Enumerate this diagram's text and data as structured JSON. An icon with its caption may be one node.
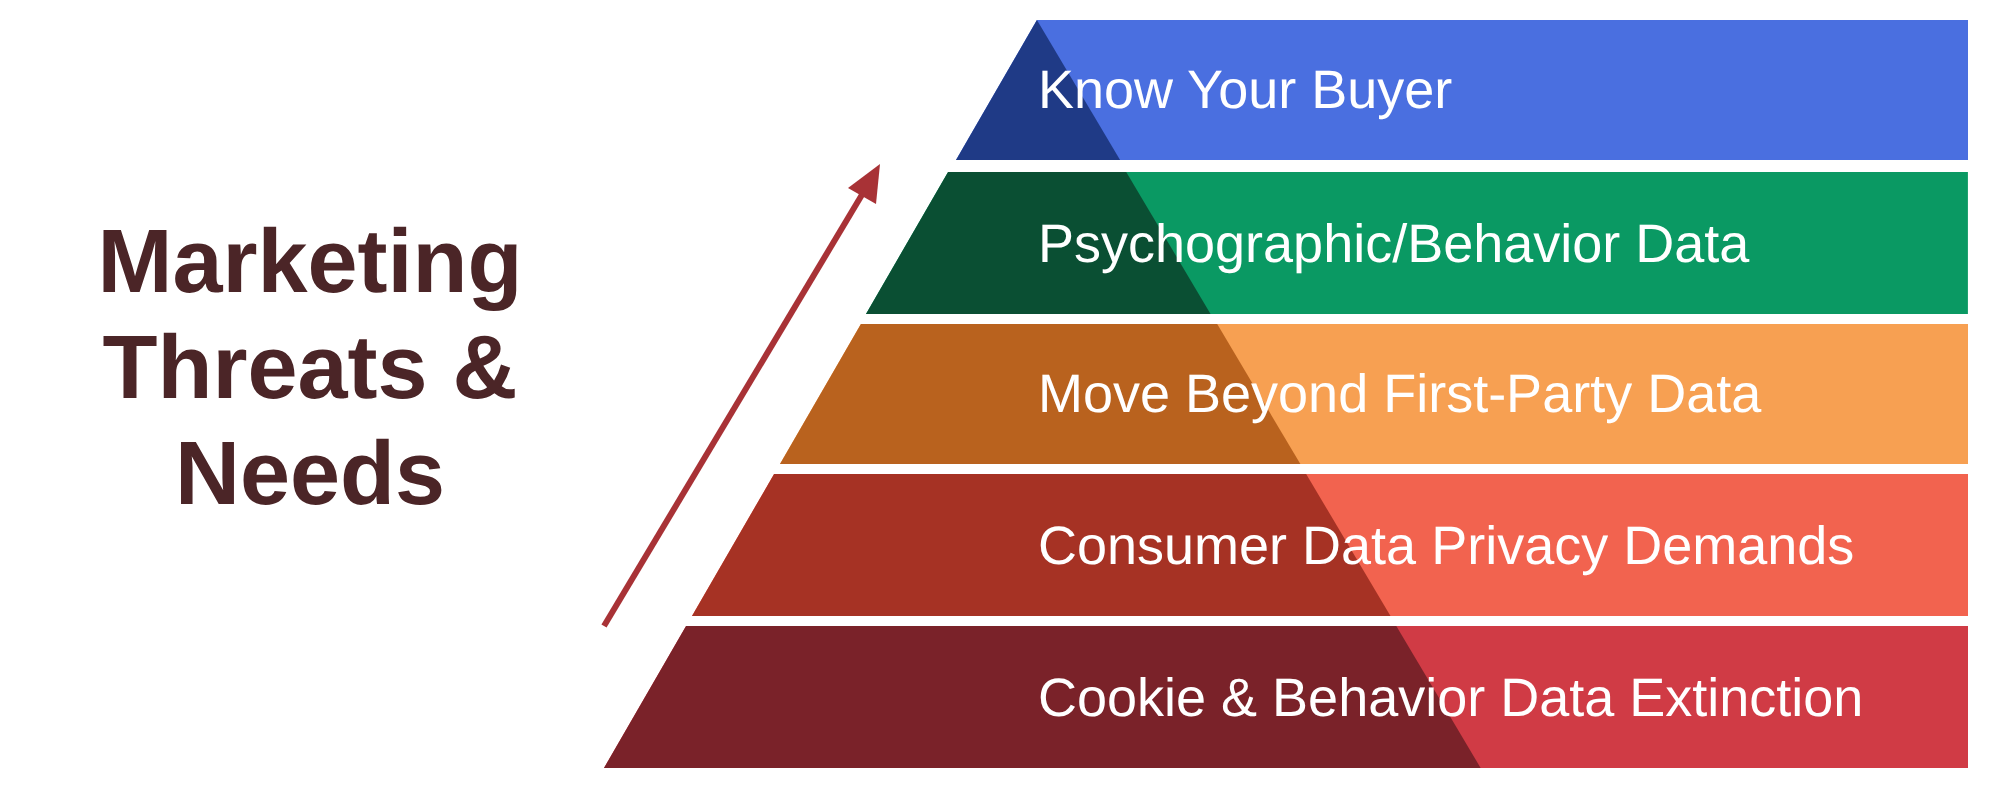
{
  "diagram": {
    "title": "Marketing Threats & Needs",
    "nodes": [
      {
        "text": [
          "Know Your Buyer"
        ]
      },
      {
        "text": [
          "Psychographic/Behavior Data"
        ]
      },
      {
        "text": [
          "Move Beyond First-Party Data"
        ]
      },
      {
        "text": [
          "Consumer Data Privacy Demands"
        ]
      },
      {
        "text": [
          "Cookie & Behavior Data Extinction"
        ]
      }
    ],
    "edges": []
  }
}
